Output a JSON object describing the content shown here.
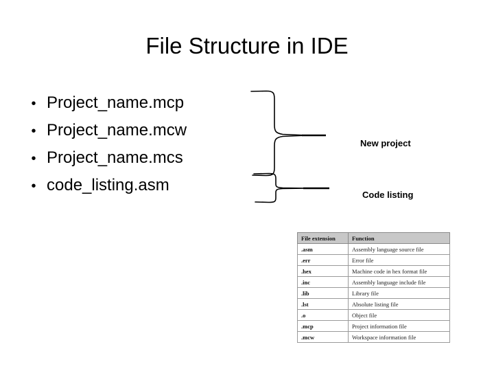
{
  "slide": {
    "title": "File Structure in IDE"
  },
  "bullets": {
    "marker": "•",
    "items": [
      {
        "label": "Project_name.mcp"
      },
      {
        "label": "Project_name.mcw"
      },
      {
        "label": "Project_name.mcs"
      },
      {
        "label": "code_listing.asm"
      }
    ]
  },
  "callouts": [
    {
      "name": "new-project",
      "label": "New project"
    },
    {
      "name": "code-listing",
      "label": "Code listing"
    }
  ],
  "extension_table": {
    "headers": [
      "File extension",
      "Function"
    ],
    "rows": [
      {
        "extension": ".asm",
        "function": "Assembly language source file"
      },
      {
        "extension": ".err",
        "function": "Error file"
      },
      {
        "extension": ".hex",
        "function": "Machine code in hex format file"
      },
      {
        "extension": ".inc",
        "function": "Assembly language include file"
      },
      {
        "extension": ".lib",
        "function": "Library file"
      },
      {
        "extension": ".lst",
        "function": "Absolute listing file"
      },
      {
        "extension": ".o",
        "function": "Object file"
      },
      {
        "extension": ".mcp",
        "function": "Project information file"
      },
      {
        "extension": ".mcw",
        "function": "Workspace information file"
      }
    ]
  },
  "colors": {
    "background": "#ffffff",
    "text": "#000000",
    "table_header_bg": "#c8c8c8",
    "table_border": "#9a9a9a"
  }
}
